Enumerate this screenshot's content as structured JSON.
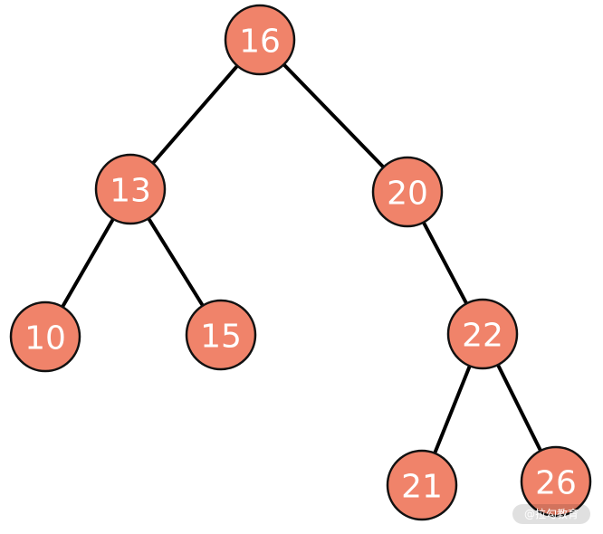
{
  "colors": {
    "node_fill": "#f0836a",
    "node_stroke": "#111111",
    "edge": "#000000",
    "label": "#ffffff"
  },
  "tree": {
    "nodes": [
      {
        "id": "n16",
        "label": "16"
      },
      {
        "id": "n13",
        "label": "13"
      },
      {
        "id": "n20",
        "label": "20"
      },
      {
        "id": "n10",
        "label": "10"
      },
      {
        "id": "n15",
        "label": "15"
      },
      {
        "id": "n22",
        "label": "22"
      },
      {
        "id": "n21",
        "label": "21"
      },
      {
        "id": "n26",
        "label": "26"
      }
    ],
    "edges": [
      {
        "from": "n16",
        "to": "n13"
      },
      {
        "from": "n16",
        "to": "n20"
      },
      {
        "from": "n13",
        "to": "n10"
      },
      {
        "from": "n13",
        "to": "n15"
      },
      {
        "from": "n20",
        "to": "n22"
      },
      {
        "from": "n22",
        "to": "n21"
      },
      {
        "from": "n22",
        "to": "n26"
      }
    ]
  },
  "watermark": {
    "text": "@拉勾教育"
  }
}
